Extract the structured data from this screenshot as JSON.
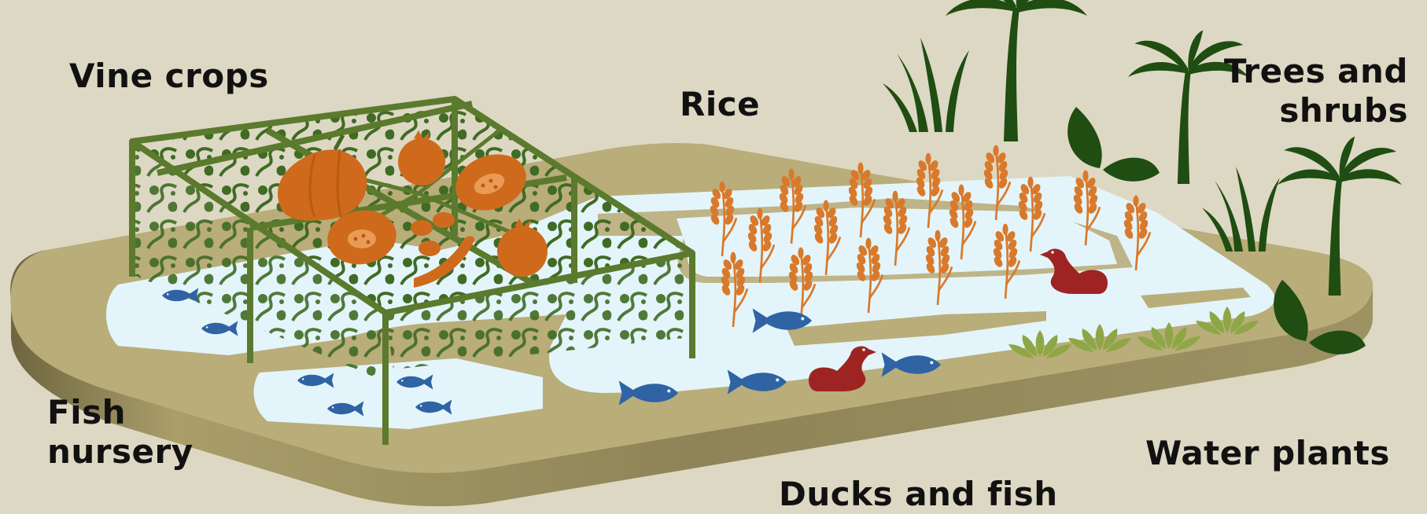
{
  "labels": {
    "vine_crops": "Vine crops",
    "rice": "Rice",
    "trees_and_shrubs_line1": "Trees and",
    "trees_and_shrubs_line2": "shrubs",
    "fish_nursery_line1": "Fish",
    "fish_nursery_line2": "nursery",
    "water_plants": "Water plants",
    "ducks_and_fish": "Ducks and fish"
  },
  "colors": {
    "background": "#ddd8c3",
    "platform_top": "#b9ad7a",
    "platform_side": "#8f8456",
    "water": "#e3f5fa",
    "vine": "#3f6b24",
    "trellis": "#5b7a2d",
    "crop_orange": "#cf6a1c",
    "rice": "#d9792b",
    "fish": "#2f63a4",
    "duck": "#9e2424",
    "lotus": "#8ea645",
    "tree": "#1f4d12"
  },
  "icons": [
    "trellis-icon",
    "pumpkin-icon",
    "papaya-icon",
    "bean-icon",
    "rice-plant-icon",
    "fish-icon",
    "duck-icon",
    "lotus-icon",
    "palm-tree-icon",
    "grass-icon",
    "leaf-icon"
  ]
}
